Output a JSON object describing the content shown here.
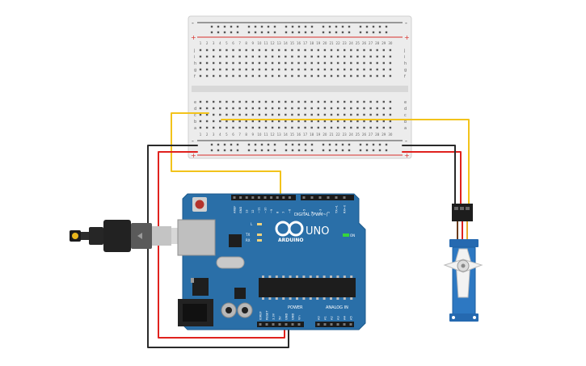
{
  "breadboard": {
    "columns": [
      "1",
      "2",
      "3",
      "4",
      "5",
      "6",
      "7",
      "8",
      "9",
      "10",
      "11",
      "12",
      "13",
      "14",
      "15",
      "16",
      "17",
      "18",
      "19",
      "20",
      "21",
      "22",
      "23",
      "24",
      "25",
      "26",
      "27",
      "28",
      "29",
      "30"
    ],
    "rows_top": [
      "j",
      "i",
      "h",
      "g",
      "f"
    ],
    "rows_bottom": [
      "e",
      "d",
      "c",
      "b",
      "a"
    ],
    "rail_minus": "-",
    "rail_plus": "+"
  },
  "arduino": {
    "logo_text": "ARDUINO",
    "model": "UNO",
    "digital_label": "DIGITAL (PWM~)",
    "power_label": "POWER",
    "analog_label": "ANALOG IN",
    "on_label": "ON",
    "led_l": "L",
    "led_tx": "TX",
    "led_rx": "RX",
    "digital_pins": [
      "AREF",
      "GND",
      "13",
      "12",
      "~11",
      "~10",
      "~9",
      "8",
      "7",
      "~6",
      "~5",
      "4",
      "~3",
      "2",
      "TX→1",
      "RX←0"
    ],
    "power_pins": [
      "IOREF",
      "RESET",
      "3.3V",
      "5V",
      "GND",
      "GND",
      "Vin"
    ],
    "analog_pins": [
      "A0",
      "A1",
      "A2",
      "A3",
      "A4",
      "A5"
    ]
  },
  "colors": {
    "wire_signal": "#f2c31b",
    "wire_power": "#e0221e",
    "wire_ground": "#2a2a2a",
    "board_blue": "#2a6fa8",
    "rail_red": "#d9302c"
  },
  "icons": {
    "usb": "usb-cable-icon",
    "servo": "servo-motor-icon"
  }
}
